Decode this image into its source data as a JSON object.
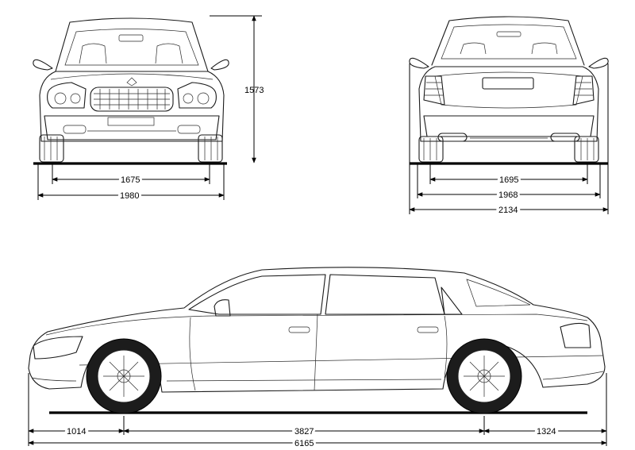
{
  "diagram": {
    "front_view": {
      "height_label": "1573",
      "track_label": "1675",
      "width_label": "1980"
    },
    "rear_view": {
      "track_label": "1695",
      "width_label": "1968",
      "width_with_mirrors_label": "2134"
    },
    "side_view": {
      "front_overhang_label": "1014",
      "wheelbase_label": "3827",
      "rear_overhang_label": "1324",
      "length_label": "6165"
    },
    "colors": {
      "line": "#1a1a1a",
      "background": "#ffffff"
    }
  }
}
